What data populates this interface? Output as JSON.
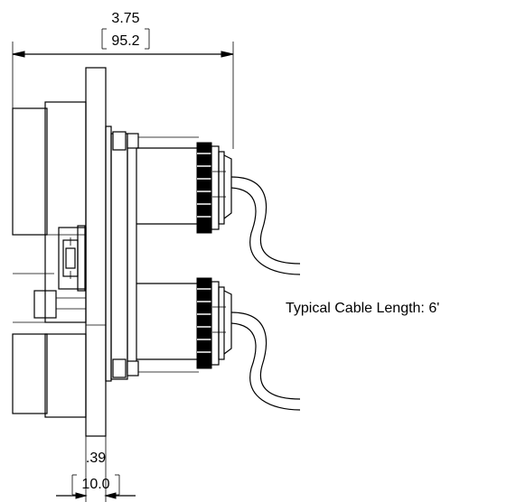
{
  "dimensions": {
    "overall_inch": "3.75",
    "overall_mm": "95.2",
    "flange_inch": ".39",
    "flange_mm": "10.0"
  },
  "note": "Typical Cable Length: 6'"
}
